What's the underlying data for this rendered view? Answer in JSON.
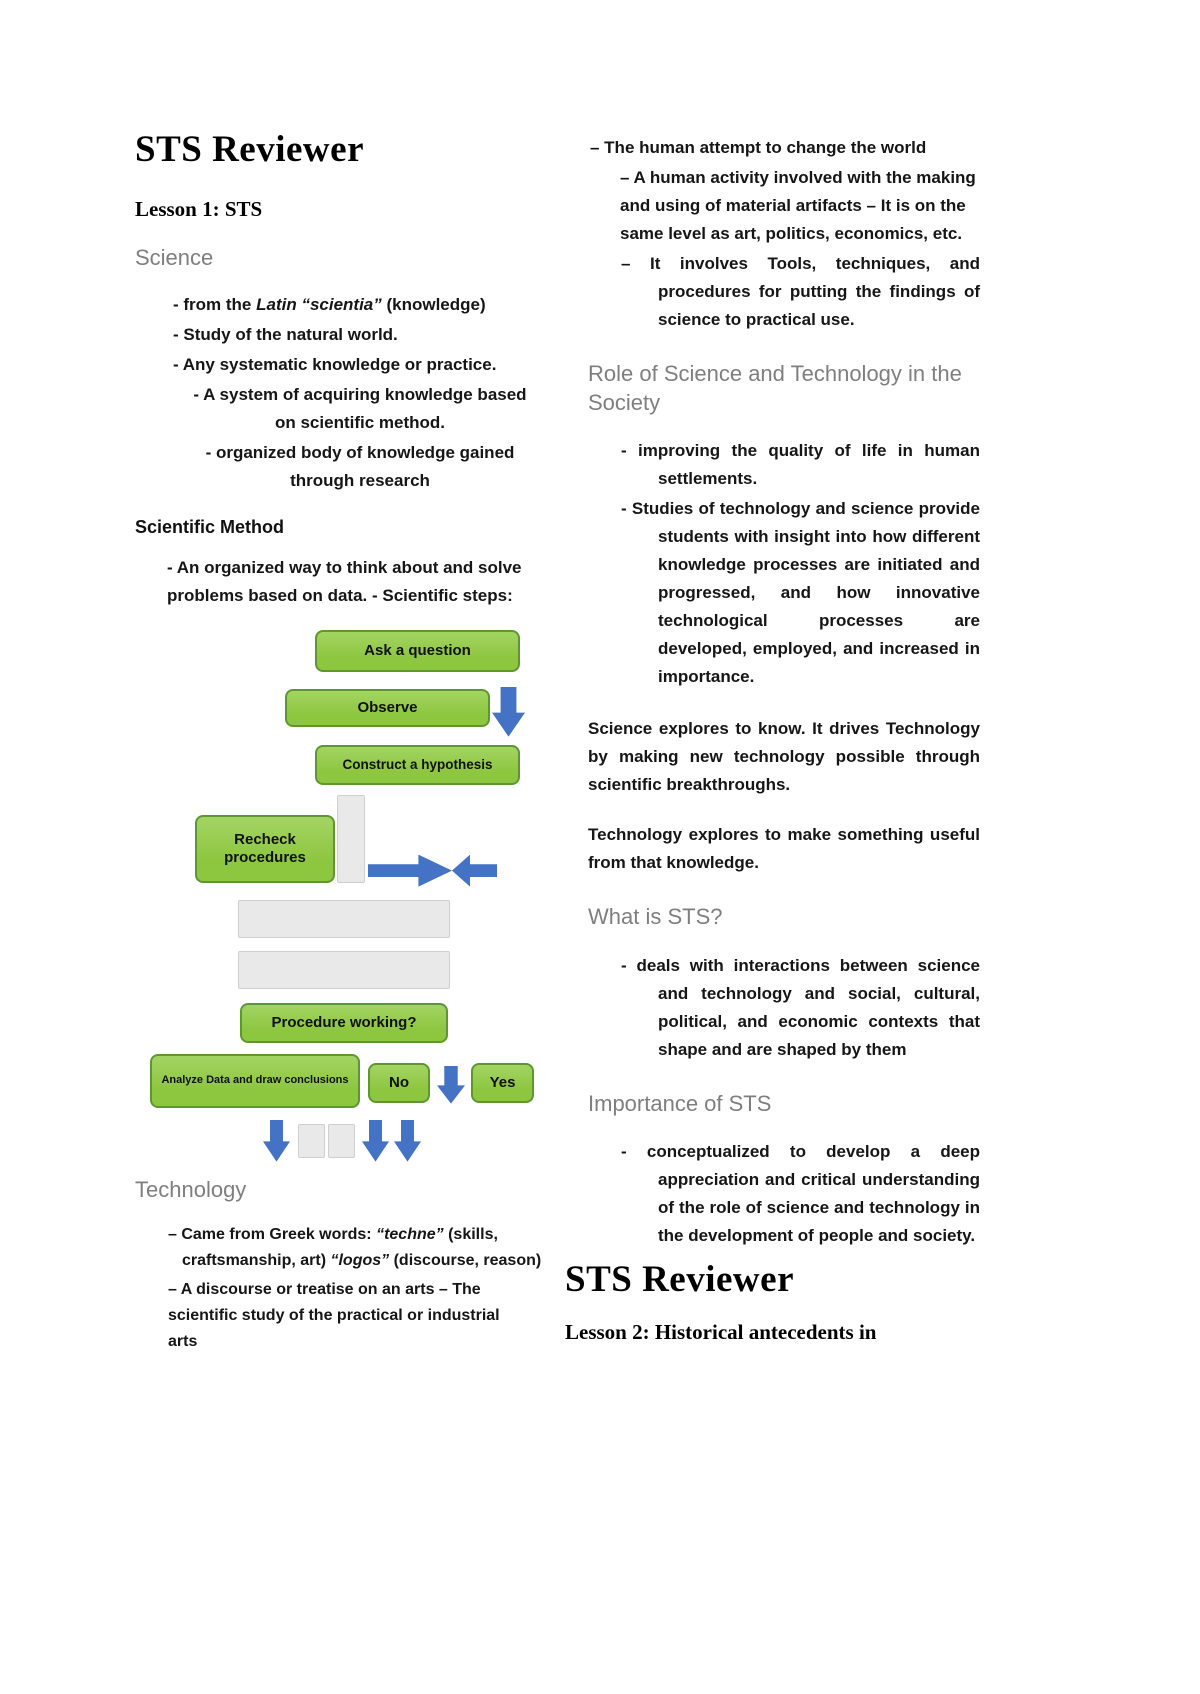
{
  "left": {
    "title": "STS Reviewer",
    "lesson": "Lesson 1: STS",
    "science_heading": "Science",
    "science_item1_pre": "- from the ",
    "science_item1_italic": "Latin “scientia”",
    "science_item1_post": " (knowledge)",
    "science_item2": "- Study of the natural world.",
    "science_item3": "- Any systematic knowledge or practice.",
    "science_item4": "- A system of acquiring knowledge based on scientific method.",
    "science_item5": "- organized body of knowledge gained through research",
    "method_heading": "Scientific Method",
    "method_body": "- An organized way to think about and solve problems based on data. - Scientific steps:",
    "technology_heading": "Technology",
    "tech_item1_pre": "– Came from Greek words: ",
    "tech_item1_term1": "“techne”",
    "tech_item1_mid": " (skills, craftsmanship, art) ",
    "tech_item1_term2": "“logos”",
    "tech_item1_post": " (discourse, reason)",
    "tech_item2": "– A discourse or treatise on an arts – The scientific study of the practical or industrial arts"
  },
  "flowchart": {
    "ask_question": "Ask a question",
    "observe": "Observe",
    "hypothesis": "Construct a hypothesis",
    "recheck": "Recheck procedures",
    "procedure_working": "Procedure working?",
    "analyze": "Analyze Data and draw conclusions",
    "no": "No",
    "yes": "Yes"
  },
  "right": {
    "item1": "– The human attempt to change the world",
    "item2": "– A human activity involved with the making and using of material artifacts – It is on the same level as art, politics, economics, etc.",
    "item3": "– It involves Tools, techniques, and procedures for putting the findings of science to practical use.",
    "role_heading": "Role of Science and Technology in the Society",
    "role_item1": "- improving the quality of life in human settlements.",
    "role_item2": "- Studies of technology and science provide students with insight into how different knowledge processes are initiated and progressed, and how innovative technological processes are developed, employed, and increased in importance.",
    "para1_bold1": "Science",
    "para1_text1": " explores to know. It drives ",
    "para1_bold2": "Technology",
    "para1_text2": " by making new technology possible through scientific breakthroughs.",
    "para2_bold": "Technology",
    "para2_text": " explores to make something useful from that knowledge.",
    "what_heading": "What is STS?",
    "what_item": "- deals with interactions between science and technology and social, cultural, political, and economic contexts that shape and are shaped by them",
    "importance_heading": "Importance of STS",
    "importance_item": "- conceptualized to develop a deep appreciation and critical understanding of the role of science and technology in the development of people and society.",
    "title2": "STS Reviewer",
    "lesson2": "Lesson 2: Historical antecedents in"
  },
  "colors": {
    "heading_gray": "#7f7f7f",
    "flow_green": "#8dc63f",
    "flow_green_light": "#a3d463",
    "flow_green_border": "#5e9732",
    "flow_blue": "#4472c4",
    "flow_gray": "#e9e9e9"
  }
}
